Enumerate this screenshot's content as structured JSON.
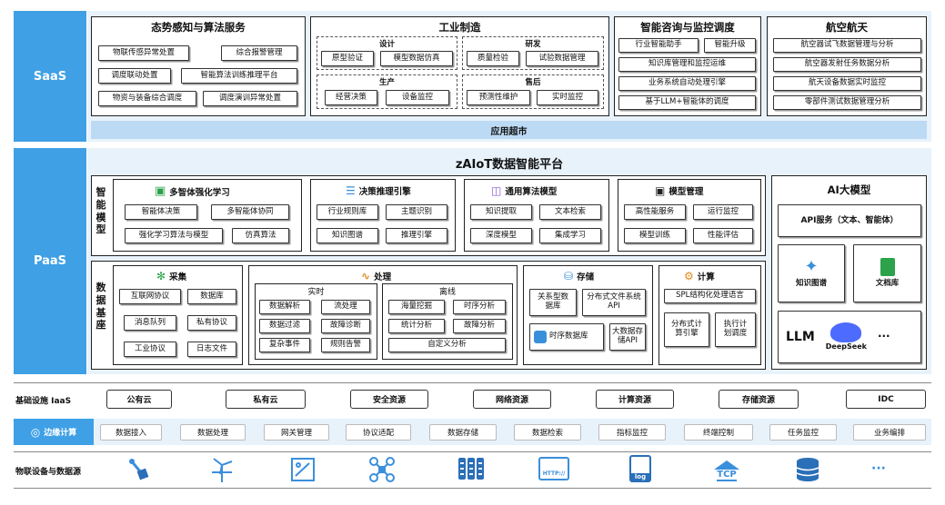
{
  "layers": {
    "saas": "SaaS",
    "paas": "PaaS"
  },
  "saas": {
    "situational": {
      "title": "态势感知与算法服务",
      "items": [
        "物联传感异常处置",
        "综合报警管理",
        "调度联动处置",
        "智能算法训练推理平台",
        "物资与装备综合调度",
        "调度演训异常处置"
      ]
    },
    "industrial": {
      "title": "工业制造",
      "design": {
        "label": "设计",
        "items": [
          "原型验证",
          "模型数据仿真"
        ]
      },
      "rd": {
        "label": "研发",
        "items": [
          "质量检验",
          "试验数据管理"
        ]
      },
      "production": {
        "label": "生产",
        "items": [
          "经营决策",
          "设备监控"
        ]
      },
      "after_sales": {
        "label": "售后",
        "items": [
          "预测性维护",
          "实时监控"
        ]
      }
    },
    "consulting": {
      "title": "智能咨询与监控调度",
      "items": [
        "行业智能助手",
        "智能升级",
        "知识库管理和监控运维",
        "业务系统自动处理引擎",
        "基于LLM+智能体的调度"
      ]
    },
    "aerospace": {
      "title": "航空航天",
      "items": [
        "航空器试飞数据管理与分析",
        "航空器发射任务数据分析",
        "航天设备数据实时监控",
        "零部件测试数据管理分析"
      ]
    },
    "app_market": "应用超市"
  },
  "paas": {
    "platform_title": "zAIoT数据智能平台",
    "intelligent_model_label": "智能模型",
    "data_base_label": "数据基座",
    "marl": {
      "title": "多智体强化学习",
      "items": [
        "智能体决策",
        "多智能体协同",
        "强化学习算法与模型",
        "仿真算法"
      ]
    },
    "decision": {
      "title": "决策推理引擎",
      "items": [
        "行业规则库",
        "主题识别",
        "知识图谱",
        "推理引擎"
      ]
    },
    "general_algo": {
      "title": "通用算法模型",
      "items": [
        "知识提取",
        "文本检索",
        "深度模型",
        "集成学习"
      ]
    },
    "model_mgmt": {
      "title": "模型管理",
      "items": [
        "高性能服务",
        "运行监控",
        "模型训练",
        "性能评估"
      ]
    },
    "collect": {
      "title": "采集",
      "items": [
        "互联网协议",
        "数据库",
        "消息队列",
        "私有协议",
        "工业协议",
        "日志文件"
      ]
    },
    "process": {
      "title": "处理",
      "realtime": "实时",
      "offline": "离线",
      "rt_items": [
        "数据解析",
        "流处理",
        "数据过滤",
        "故障诊断",
        "复杂事件",
        "规则告警"
      ],
      "off_items": [
        "海量挖掘",
        "时序分析",
        "统计分析",
        "故障分析",
        "自定义分析"
      ]
    },
    "storage": {
      "title": "存储",
      "items": [
        "关系型数据库",
        "分布式文件系统API",
        "时序数据库",
        "大数据存储API"
      ]
    },
    "compute": {
      "title": "计算",
      "items": [
        "SPL结构化处理语言",
        "分布式计算引擎",
        "执行计划调度"
      ]
    },
    "ai_model": {
      "title": "AI大模型",
      "api": "API服务（文本、智能体）",
      "kg": "知识图谱",
      "doclib": "文档库",
      "llm": "LLM",
      "deepseek": "DeepSeek",
      "more": "···"
    }
  },
  "iaas": {
    "label": "基础设施 IaaS",
    "items": [
      "公有云",
      "私有云",
      "安全资源",
      "网络资源",
      "计算资源",
      "存储资源",
      "IDC"
    ]
  },
  "edge": {
    "label": "边缘计算",
    "items": [
      "数据接入",
      "数据处理",
      "网关管理",
      "协议适配",
      "数据存储",
      "数据检索",
      "指标监控",
      "终端控制",
      "任务监控",
      "业务编排"
    ]
  },
  "iot": {
    "label": "物联设备与数据源",
    "icons": [
      "sensor-icon",
      "wind-turbine-icon",
      "panel-icon",
      "drone-icon",
      "server-icon",
      "http-icon",
      "log-icon",
      "tcp-icon",
      "database-icon",
      "more-icon"
    ],
    "http": "HTTP://",
    "log": "log",
    "tcp": "TCP",
    "more": "···"
  }
}
